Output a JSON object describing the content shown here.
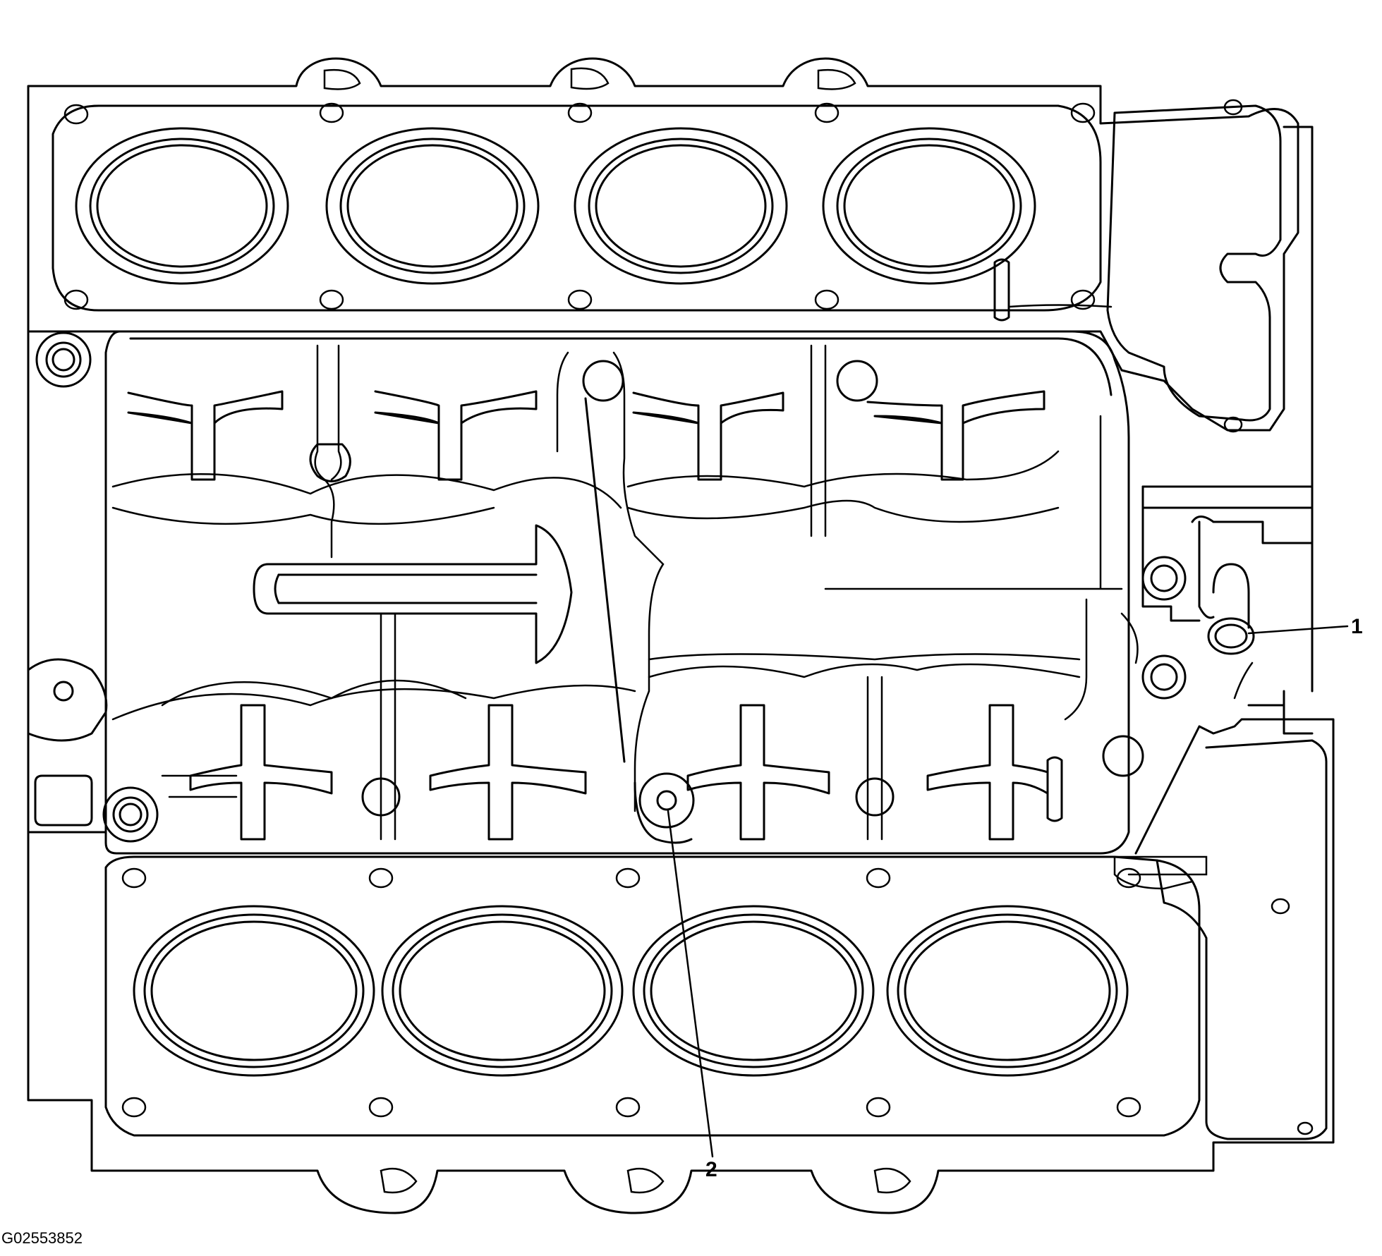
{
  "callouts": [
    {
      "id": "1",
      "label": "1"
    },
    {
      "id": "2",
      "label": "2"
    }
  ],
  "figure_id": "G02553852"
}
